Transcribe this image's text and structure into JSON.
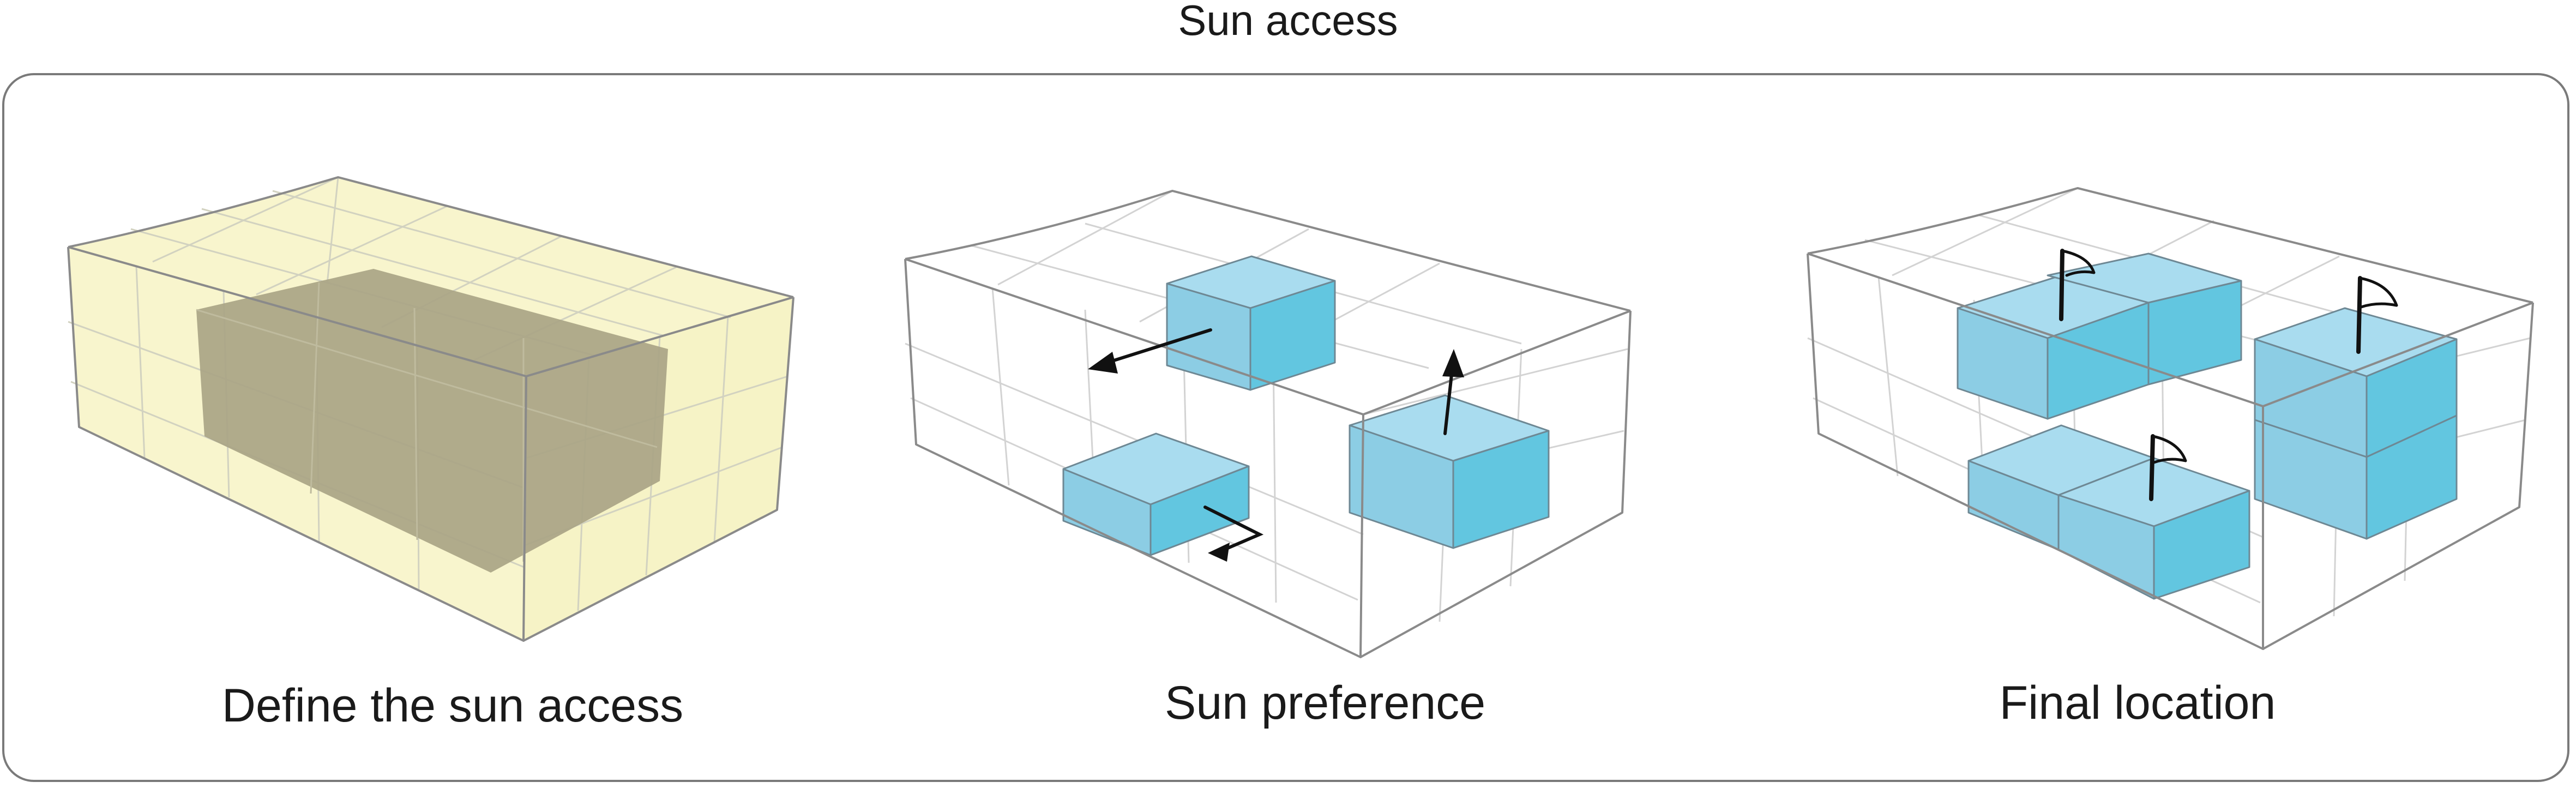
{
  "title": "Sun access",
  "panels": [
    {
      "caption": "Define the sun access"
    },
    {
      "caption": "Sun preference"
    },
    {
      "caption": "Final location"
    }
  ],
  "colors": {
    "frame": "#7a7a7a",
    "box_edge": "#8a8a8a",
    "grid": "#cfcfcf",
    "sun_envelope": "#f8f5cd",
    "sun_core": "#a9a485",
    "cube_top": "#a9dcef",
    "cube_left": "#8ccde4",
    "cube_right": "#62c6e0",
    "arrow": "#111111"
  }
}
